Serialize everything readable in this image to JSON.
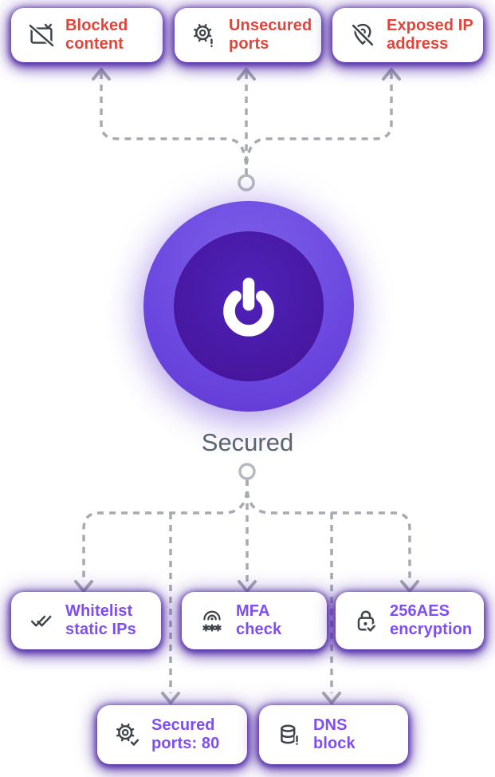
{
  "diagram": {
    "secured_label": "Secured",
    "threat_cards": [
      {
        "label": "Blocked content",
        "icon": "tv-off-icon"
      },
      {
        "label": "Unsecured ports",
        "icon": "gear-alert-icon"
      },
      {
        "label": "Exposed IP address",
        "icon": "location-off-icon"
      }
    ],
    "protection_cards": [
      {
        "label": "Whitelist static IPs",
        "icon": "double-check-icon"
      },
      {
        "label": "MFA check",
        "icon": "fingerprint-asterisks-icon"
      },
      {
        "label": "256AES encryption",
        "icon": "lock-check-icon"
      },
      {
        "label": "Secured ports: 80",
        "icon": "gear-check-icon"
      },
      {
        "label": "DNS block",
        "icon": "database-alert-icon"
      }
    ],
    "power_button": {
      "icon": "power-icon"
    },
    "colors": {
      "threat_text": "#e3443a",
      "protection_text": "#7e4df3",
      "icon_stroke": "#3f444a",
      "connector": "#a6abb2",
      "secured_text": "#5b6571",
      "card_glow": "#3c129b",
      "button_outer": "#6c49e0",
      "button_inner": "#47179f"
    }
  }
}
